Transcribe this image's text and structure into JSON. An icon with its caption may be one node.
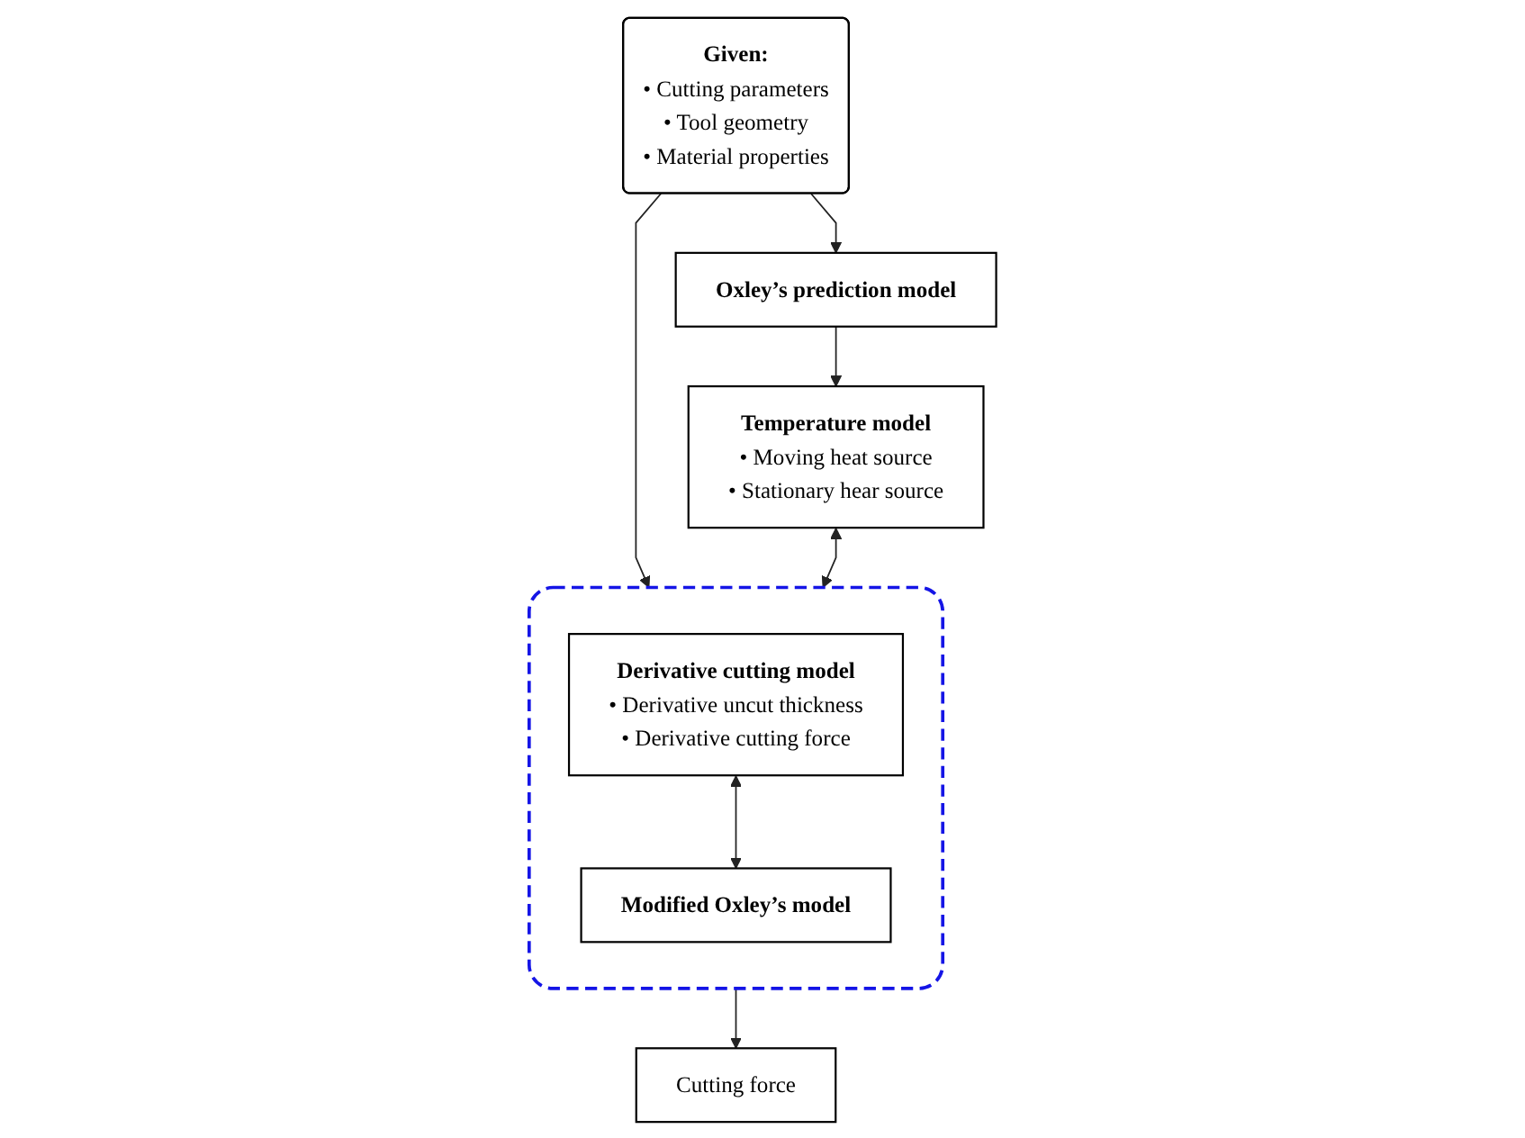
{
  "diagram": {
    "nodes": [
      {
        "text": [
          "Given:",
          "• Cutting parameters",
          "• Tool geometry",
          "• Material properties"
        ]
      },
      {
        "text": [
          "Oxley’s prediction model"
        ]
      },
      {
        "text": [
          "Temperature model",
          "• Moving heat source",
          "• Stationary hear source"
        ]
      },
      {
        "text": [],
        "shape": "box"
      },
      {
        "text": [
          "Derivative cutting model",
          "• Derivative uncut thickness",
          "• Derivative cutting force"
        ],
        "in": 3
      },
      {
        "text": [
          "Modified Oxley’s model"
        ],
        "in": 3
      },
      {
        "text": [
          "Cutting force"
        ]
      }
    ],
    "edges": [
      {
        "from": 0,
        "to": 1,
        "arrow": "to"
      },
      {
        "from": 0,
        "to": 3,
        "arrow": "to"
      },
      {
        "from": 1,
        "to": 2,
        "arrow": "to"
      },
      {
        "from": 2,
        "to": 3,
        "arrow": "both"
      },
      {
        "from": 4,
        "to": 5,
        "arrow": "both"
      },
      {
        "from": 3,
        "to": 6,
        "arrow": "to"
      }
    ]
  }
}
